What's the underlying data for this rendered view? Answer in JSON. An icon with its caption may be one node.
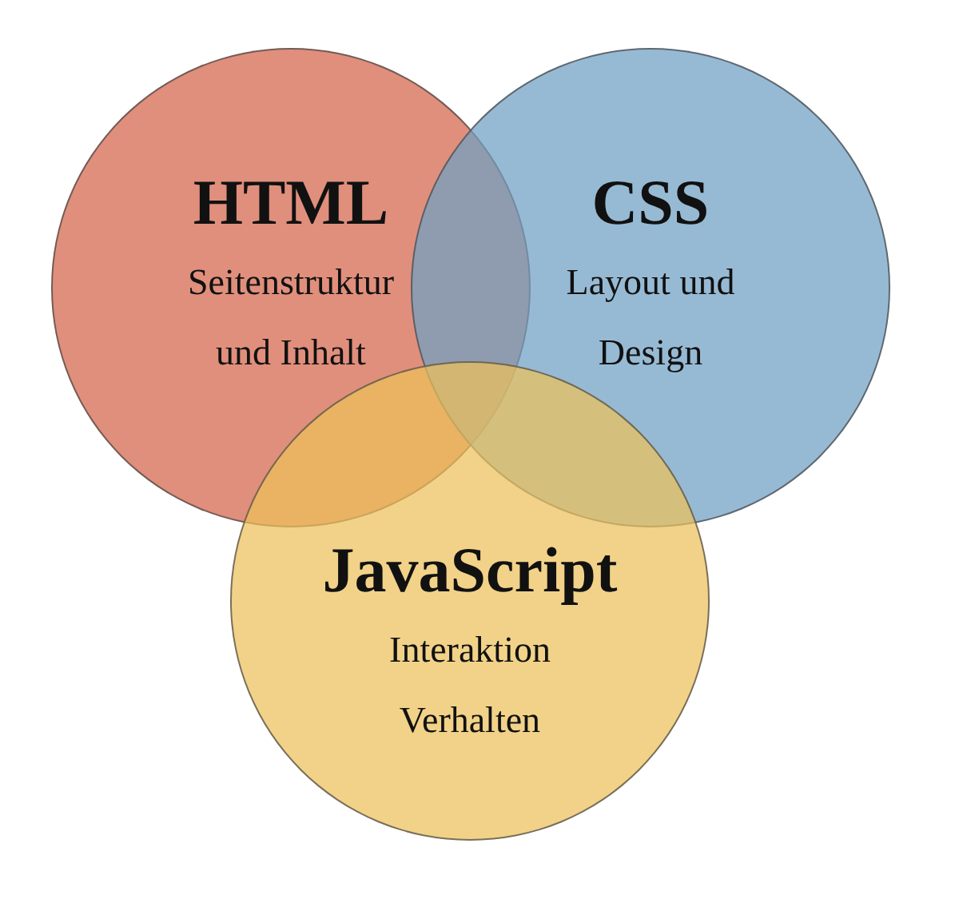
{
  "diagram": {
    "nodes": [
      {
        "text": [
          "HTML",
          "Seitenstruktur und Inhalt"
        ]
      },
      {
        "text": [
          "CSS",
          "Layout und Design"
        ]
      },
      {
        "text": [
          "JavaScript",
          "Interaktion Verhalten"
        ]
      }
    ]
  }
}
